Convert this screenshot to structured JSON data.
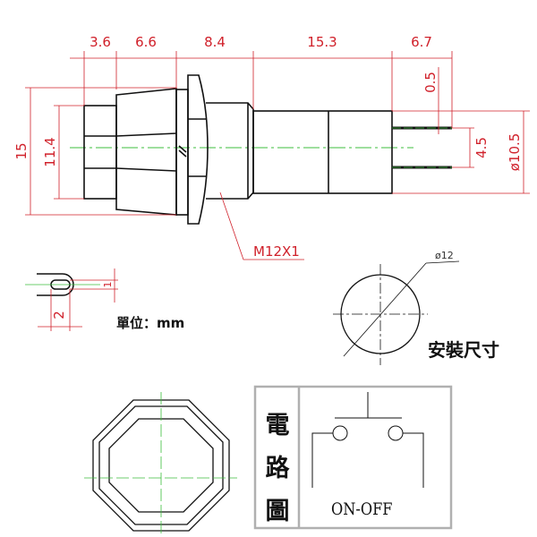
{
  "dimensions": {
    "top": [
      "3.6",
      "6.6",
      "8.4",
      "15.3",
      "6.7"
    ],
    "height_outer": "15",
    "height_cap": "11.4",
    "pin_thickness": "0.5",
    "pin_spacing": "4.5",
    "body_diameter": "ø10.5",
    "thread": "M12X1",
    "mount_diameter": "ø12",
    "slot_height": "1",
    "slot_width": "2"
  },
  "labels": {
    "unit": "單位：mm",
    "mounting_size": "安裝尺寸",
    "circuit_title": [
      "電",
      "路",
      "圖"
    ],
    "circuit_type": "ON-OFF"
  },
  "colors": {
    "dimension": "#d0202a",
    "centerline": "#3cbf3c",
    "outline": "#111111",
    "frame": "#b0b0b0"
  }
}
